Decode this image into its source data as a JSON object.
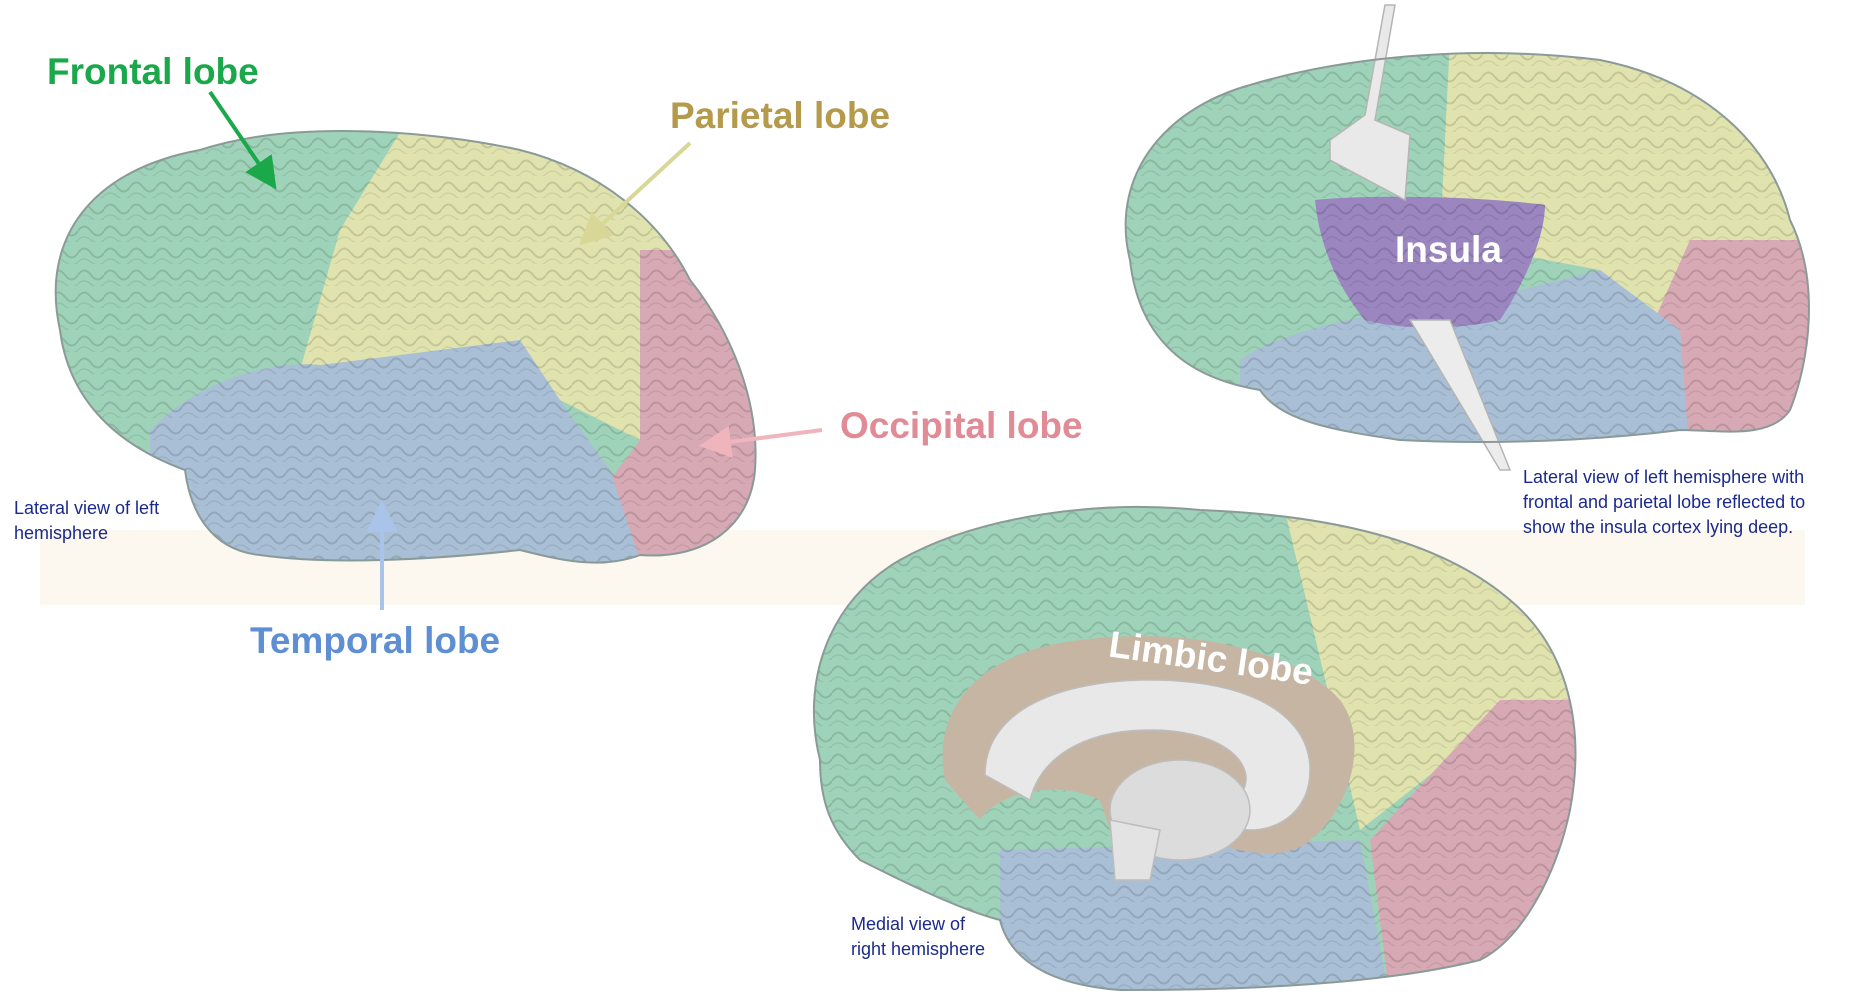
{
  "labels": {
    "frontal": "Frontal lobe",
    "parietal": "Parietal lobe",
    "occipital": "Occipital lobe",
    "temporal": "Temporal lobe",
    "insula": "Insula",
    "limbic": "Limbic lobe"
  },
  "captions": {
    "lateral_1": "Lateral view of left",
    "lateral_2": "hemisphere",
    "insula_1": "Lateral view of left hemisphere with",
    "insula_2": "frontal and parietal lobe reflected to",
    "insula_3": "show the insula cortex lying deep.",
    "medial_1": "Medial view of",
    "medial_2": "right hemisphere"
  },
  "colors": {
    "frontal": "#9fd3b9",
    "parietal": "#e1e3af",
    "occipital": "#d7a9b4",
    "temporal": "#a9bfd6",
    "insula": "#9b86c0",
    "limbic": "#c7b5a3",
    "frontal_text": "#1aa84a",
    "parietal_text": "#b49a4a",
    "occipital_text": "#e08b95",
    "temporal_text": "#5e8fd2",
    "caption_text": "#1a2a8c",
    "band": "#fcf7ef"
  }
}
